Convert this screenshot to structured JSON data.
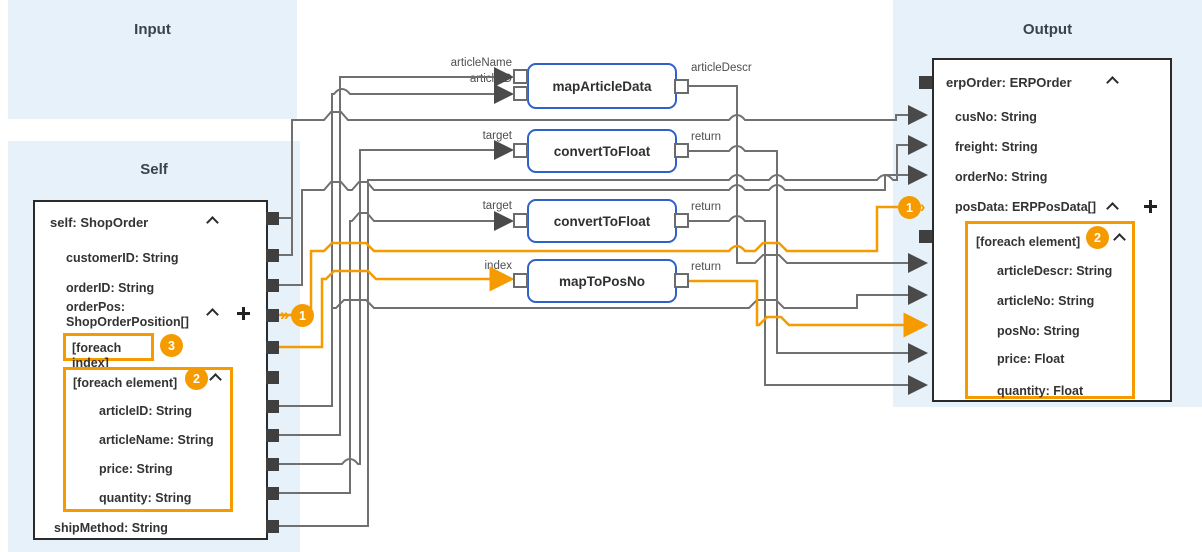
{
  "panels": {
    "input": {
      "title": "Input"
    },
    "self": {
      "title": "Self"
    },
    "output": {
      "title": "Output"
    }
  },
  "self_node": {
    "header": "self: ShopOrder",
    "fields": [
      "customerID: String",
      "orderID: String"
    ],
    "order_pos_label": "orderPos:\nShopOrderPosition[]",
    "foreach_index_label": "[foreach index]",
    "foreach_element": {
      "header": "[foreach element]",
      "fields": [
        "articleID: String",
        "articleName: String",
        "price: String",
        "quantity: String"
      ]
    },
    "ship_method": "shipMethod: String"
  },
  "functions": [
    {
      "name": "mapArticleData",
      "input_labels": [
        "articleName",
        "articleID"
      ],
      "output_label": "articleDescr"
    },
    {
      "name": "convertToFloat",
      "input_labels": [
        "target"
      ],
      "output_label": "return"
    },
    {
      "name": "convertToFloat",
      "input_labels": [
        "target"
      ],
      "output_label": "return"
    },
    {
      "name": "mapToPosNo",
      "input_labels": [
        "index"
      ],
      "output_label": "return"
    }
  ],
  "output_node": {
    "header": "erpOrder: ERPOrder",
    "fields": [
      "cusNo: String",
      "freight: String",
      "orderNo: String"
    ],
    "pos_data_label": "posData: ERPPosData[]",
    "foreach_element": {
      "header": "[foreach element]",
      "fields": [
        "articleDescr: String",
        "articleNo: String",
        "posNo: String",
        "price: Float",
        "quantity: Float"
      ]
    }
  },
  "badges": {
    "self_order_pos": "1",
    "output_pos_data": "1",
    "self_foreach": "2",
    "output_foreach": "2",
    "foreach_index": "3"
  },
  "icons": {
    "double_chevron": "»"
  },
  "colors": {
    "accent_orange": "#f59b00",
    "function_border": "#2e62c9",
    "panel_bg": "#e7f1f9",
    "wire_gray": "#707070",
    "box_border": "#2b2b2b"
  }
}
